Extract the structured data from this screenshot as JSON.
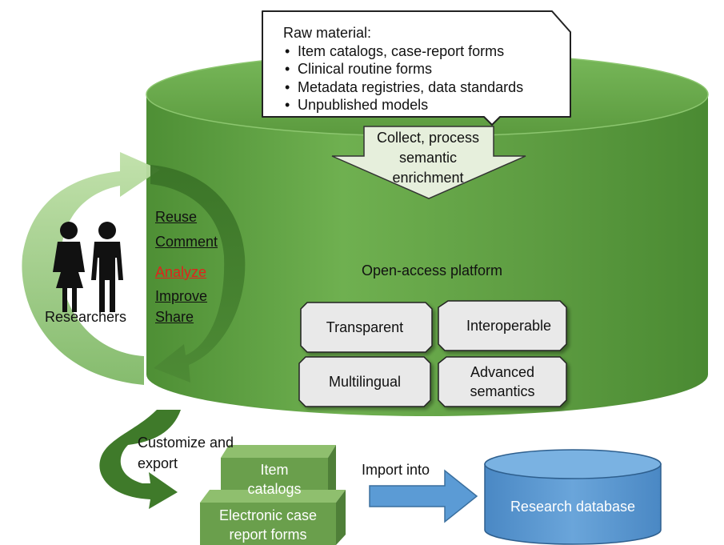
{
  "raw_material": {
    "title": "Raw material:",
    "items": [
      "Item catalogs, case-report forms",
      "Clinical routine forms",
      "Metadata registries, data standards",
      "Unpublished models"
    ]
  },
  "collect_arrow": {
    "line1": "Collect, process",
    "line2": "semantic",
    "line3": "enrichment"
  },
  "platform_label": "Open-access platform",
  "actions": {
    "reuse": "Reuse",
    "comment": "Comment",
    "analyze": "Analyze",
    "improve": "Improve",
    "share": "Share"
  },
  "researchers_label": "Researchers",
  "features": {
    "transparent": "Transparent",
    "interoperable": "Interoperable",
    "multilingual": "Multilingual",
    "advanced_line1": "Advanced",
    "advanced_line2": "semantics"
  },
  "customize": {
    "line1": "Customize and",
    "line2": "export"
  },
  "boxes": {
    "item_catalogs_line1": "Item",
    "item_catalogs_line2": "catalogs",
    "ecrf_line1": "Electronic case",
    "ecrf_line2": "report forms"
  },
  "import_label": "Import into",
  "database_label": "Research database",
  "colors": {
    "cylinder_green": "#6aa84f",
    "dark_green": "#3e7a2b",
    "light_green": "#a9d18e",
    "arrow_blue": "#5b9bd5",
    "analyze_red": "#e0231c"
  }
}
